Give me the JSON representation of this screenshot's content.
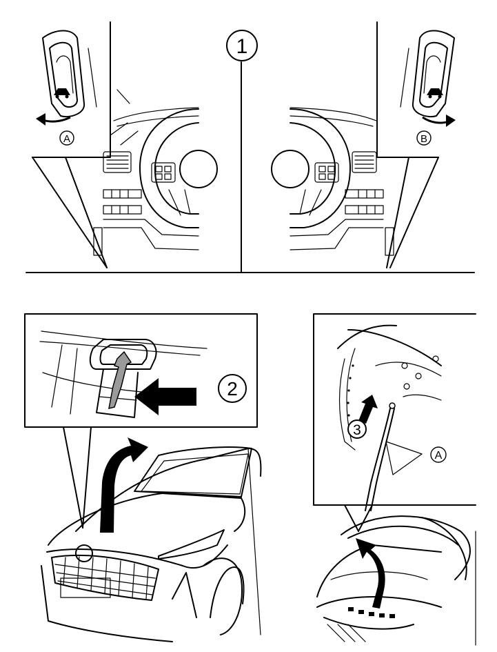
{
  "steps": {
    "step1": "1",
    "step2": "2",
    "step3": "3"
  },
  "labels": {
    "lever_left": "A",
    "lever_right": "B",
    "hood_stay": "A"
  },
  "colors": {
    "line": "#000000",
    "background": "#ffffff",
    "lever_gray": "#9a9a9a"
  }
}
